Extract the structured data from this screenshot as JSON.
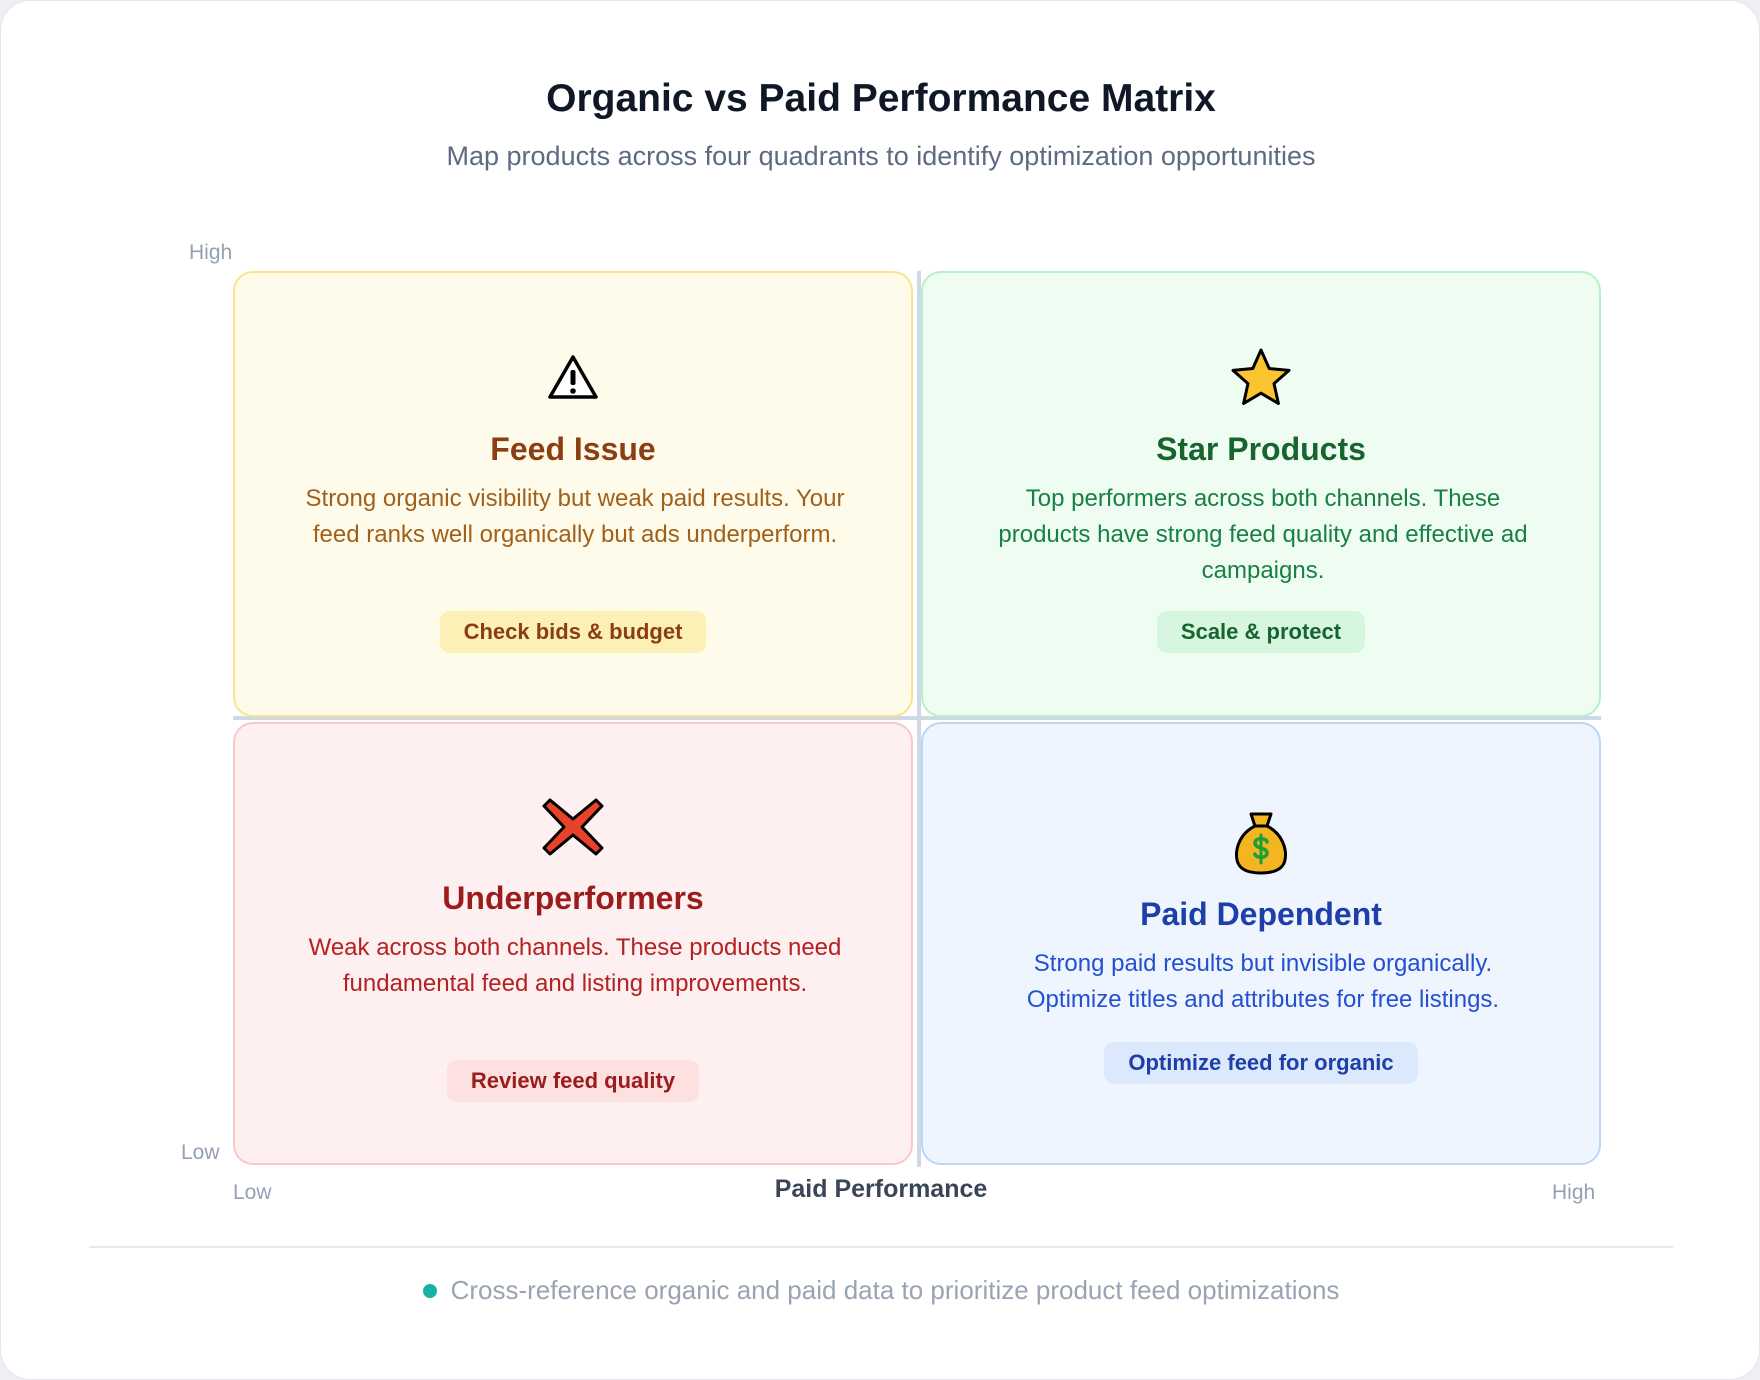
{
  "header": {
    "title": "Organic vs Paid Performance Matrix",
    "subtitle": "Map products across four quadrants to identify optimization opportunities"
  },
  "axes": {
    "y_high": "High",
    "y_low": "Low",
    "x_low": "Low",
    "x_high": "High",
    "x_title": "Paid Performance"
  },
  "quadrants": {
    "feed_issue": {
      "icon": "warning-icon",
      "title": "Feed Issue",
      "description": "Strong organic visibility but weak paid results. Your feed ranks well organically but ads underperform.",
      "action": "Check bids & budget",
      "color": "#8a3e12"
    },
    "star_products": {
      "icon": "star-icon",
      "title": "Star Products",
      "description": "Top performers across both channels. These products have strong feed quality and effective ad campaigns.",
      "action": "Scale & protect",
      "color": "#16642e"
    },
    "underperformers": {
      "icon": "cross-icon",
      "title": "Underperformers",
      "description": "Weak across both channels. These products need fundamental feed and listing improvements.",
      "action": "Review feed quality",
      "color": "#9b1c1c"
    },
    "paid_dependent": {
      "icon": "money-bag-icon",
      "title": "Paid Dependent",
      "description": "Strong paid results but invisible organically. Optimize titles and attributes for free listings.",
      "action": "Optimize feed for organic",
      "color": "#1e3ea8"
    }
  },
  "footer": {
    "note": "Cross-reference organic and paid data to prioritize product feed optimizations",
    "dot_color": "#16b3a3"
  }
}
